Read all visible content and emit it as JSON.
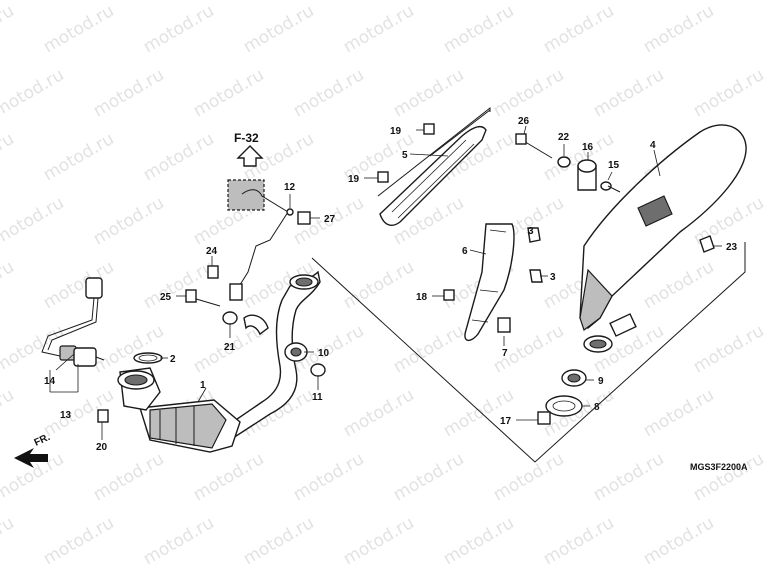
{
  "watermark": "motod.ru",
  "ref_code": "MGS3F2200A",
  "arrow_ref": "F-32",
  "front_label": "FR.",
  "callouts": [
    {
      "id": "c1",
      "num": "1"
    },
    {
      "id": "c2",
      "num": "2"
    },
    {
      "id": "c3a",
      "num": "3"
    },
    {
      "id": "c3b",
      "num": "3"
    },
    {
      "id": "c4",
      "num": "4"
    },
    {
      "id": "c5",
      "num": "5"
    },
    {
      "id": "c6",
      "num": "6"
    },
    {
      "id": "c7",
      "num": "7"
    },
    {
      "id": "c8",
      "num": "8"
    },
    {
      "id": "c9",
      "num": "9"
    },
    {
      "id": "c10",
      "num": "10"
    },
    {
      "id": "c11",
      "num": "11"
    },
    {
      "id": "c12",
      "num": "12"
    },
    {
      "id": "c13",
      "num": "13"
    },
    {
      "id": "c14",
      "num": "14"
    },
    {
      "id": "c15",
      "num": "15"
    },
    {
      "id": "c16",
      "num": "16"
    },
    {
      "id": "c17",
      "num": "17"
    },
    {
      "id": "c18",
      "num": "18"
    },
    {
      "id": "c19a",
      "num": "19"
    },
    {
      "id": "c19b",
      "num": "19"
    },
    {
      "id": "c20",
      "num": "20"
    },
    {
      "id": "c21",
      "num": "21"
    },
    {
      "id": "c22",
      "num": "22"
    },
    {
      "id": "c23",
      "num": "23"
    },
    {
      "id": "c24",
      "num": "24"
    },
    {
      "id": "c25",
      "num": "25"
    },
    {
      "id": "c26",
      "num": "26"
    },
    {
      "id": "c27",
      "num": "27"
    }
  ]
}
